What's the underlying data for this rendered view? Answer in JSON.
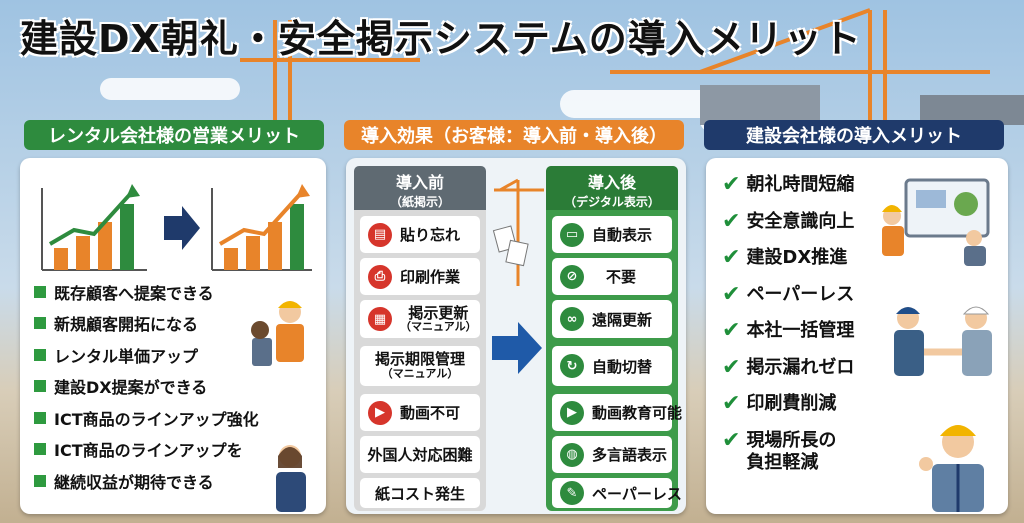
{
  "title": "建設DX朝礼・安全掲示システムの導入メリット",
  "left": {
    "header": "レンタル会社様の営業メリット",
    "items": [
      "既存顧客へ提案できる",
      "新規顧客開拓になる",
      "レンタル単価アップ",
      "建設DX提案ができる",
      "ICT商品のラインアップ強化",
      "ICT商品のラインアップを",
      "継続収益が期待できる"
    ]
  },
  "middle": {
    "header": "導入効果（お客様：導入前・導入後）",
    "before": {
      "title": "導入前",
      "subtitle": "（紙掲示）",
      "rows": [
        {
          "text": "貼り忘れ",
          "icon": "paper-icon"
        },
        {
          "text": "印刷作業",
          "icon": "printer-icon"
        },
        {
          "text": "掲示更新",
          "sub": "（マニュアル）",
          "icon": "calendar-icon"
        },
        {
          "text": "掲示期限管理",
          "sub": "（マニュアル）"
        },
        {
          "text": "動画不可",
          "icon": "video-icon"
        },
        {
          "text": "外国人対応困難"
        },
        {
          "text": "紙コスト発生"
        }
      ]
    },
    "after": {
      "title": "導入後",
      "subtitle": "（デジタル表示）",
      "rows": [
        {
          "text": "自動表示",
          "icon": "monitor-icon"
        },
        {
          "text": "不要",
          "icon": "prohibited-icon"
        },
        {
          "text": "遠隔更新",
          "icon": "link-icon"
        },
        {
          "text": "自動切替",
          "icon": "refresh-icon"
        },
        {
          "text": "動画教育可能",
          "icon": "play-icon"
        },
        {
          "text": "多言語表示",
          "icon": "globe-icon"
        },
        {
          "text": "ペーパーレス",
          "icon": "pen-icon"
        }
      ]
    }
  },
  "right": {
    "header": "建設会社様の導入メリット",
    "items": [
      "朝礼時間短縮",
      "安全意識向上",
      "建設DX推進",
      "ペーパーレス",
      "本社一括管理",
      "掲示漏れゼロ",
      "印刷費削減",
      "現場所長の",
      "負担軽減"
    ]
  },
  "colors": {
    "green": "#2e8b3e",
    "orange": "#e8842a",
    "navy": "#1f3a6b",
    "gray_col": "#d9d9d9",
    "green_col": "#3d9b4a"
  }
}
